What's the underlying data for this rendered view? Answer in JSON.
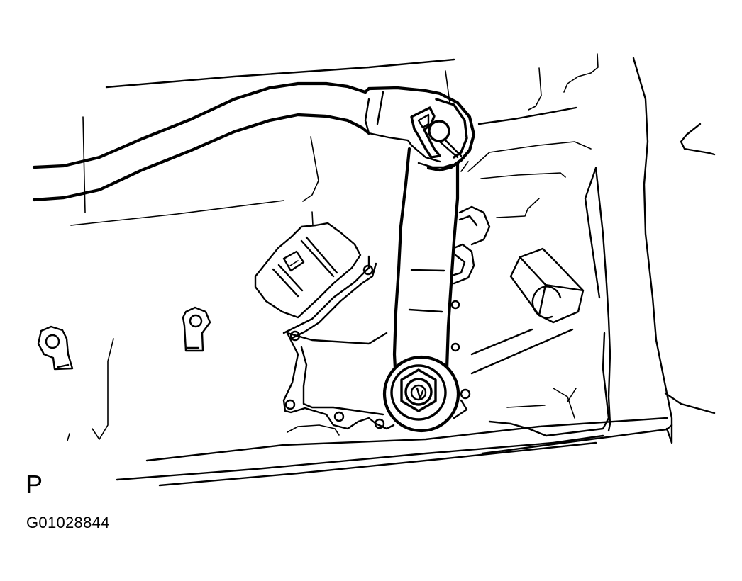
{
  "figure": {
    "type": "technical line illustration",
    "subject": "transmission shift lever / neutral start switch assembly",
    "position_label": "P",
    "figure_code": "G01028844",
    "colors": {
      "line": "#000000",
      "background": "#ffffff"
    },
    "components": [
      {
        "name": "shift-control-rod",
        "desc": "curved rod entering from left"
      },
      {
        "name": "shift-lever",
        "desc": "vertical lever arm with pivot nut"
      },
      {
        "name": "lever-clip",
        "desc": "triangular clip and ball joint at lever top"
      },
      {
        "name": "neutral-start-switch",
        "desc": "switch body with gasket flange and mounting holes"
      },
      {
        "name": "switch-connector",
        "desc": "rectangular electrical connector"
      },
      {
        "name": "hex-plug",
        "desc": "hexagonal plug on case"
      },
      {
        "name": "ring-terminals",
        "desc": "two loose ring terminals on left"
      },
      {
        "name": "transmission-case",
        "desc": "case outline"
      }
    ]
  }
}
